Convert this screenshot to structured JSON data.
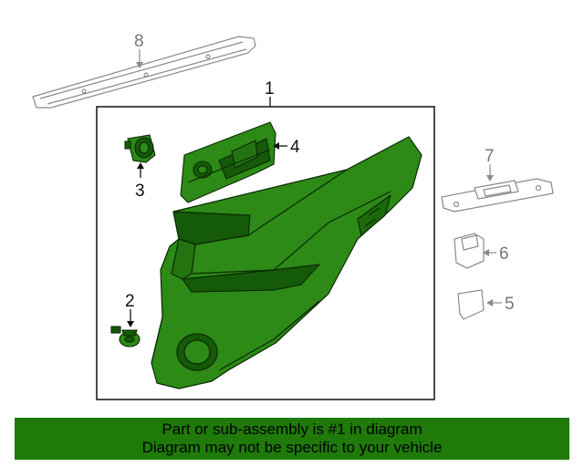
{
  "diagram": {
    "callouts": {
      "c1": "1",
      "c2": "2",
      "c3": "3",
      "c4": "4",
      "c5": "5",
      "c6": "6",
      "c7": "7",
      "c8": "8"
    },
    "colors": {
      "part_fill": "#2d8a16",
      "part_dark": "#155a08",
      "outline": "#0a2a04",
      "ghost_line": "#8a8a8a",
      "frame": "#111111"
    }
  },
  "banner": {
    "line1": "Part or sub-assembly is #1 in diagram",
    "line2": "Diagram may not be specific to your vehicle",
    "background": "#1f7a0a"
  }
}
